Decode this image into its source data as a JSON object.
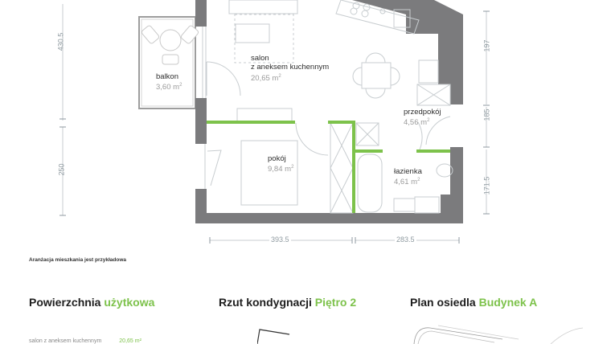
{
  "colors": {
    "wall": "#7b7b7d",
    "accent_green": "#7dc24b",
    "line": "#c8cdd0",
    "dim_text": "#8f9aa0"
  },
  "rooms": [
    {
      "name": "balkon",
      "area": "3,60",
      "unit": "m",
      "exp": "2"
    },
    {
      "name": "salon",
      "name2": "z aneksem kuchennym",
      "area": "20,65",
      "unit": "m",
      "exp": "2"
    },
    {
      "name": "przedpokój",
      "area": "4,56",
      "unit": "m",
      "exp": "2"
    },
    {
      "name": "pokój",
      "area": "9,84",
      "unit": "m",
      "exp": "2"
    },
    {
      "name": "łazienka",
      "area": "4,61",
      "unit": "m",
      "exp": "2"
    }
  ],
  "dimensions": {
    "left_top": "430.5",
    "left_bottom": "250",
    "right_1": "197",
    "right_2": "185",
    "right_3": "171.5",
    "bottom_left": "393.5",
    "bottom_right": "283.5"
  },
  "note": "Aranżacja mieszkania jest przykładowa",
  "sections": [
    {
      "title": "Powierzchnia",
      "accent": "użytkowa"
    },
    {
      "title": "Rzut kondygnacji",
      "accent": "Piętro 2"
    },
    {
      "title": "Plan osiedla",
      "accent": "Budynek A"
    }
  ],
  "area_list": [
    {
      "label": "salon z aneksem kuchennym",
      "value": "20,65 m²"
    }
  ]
}
